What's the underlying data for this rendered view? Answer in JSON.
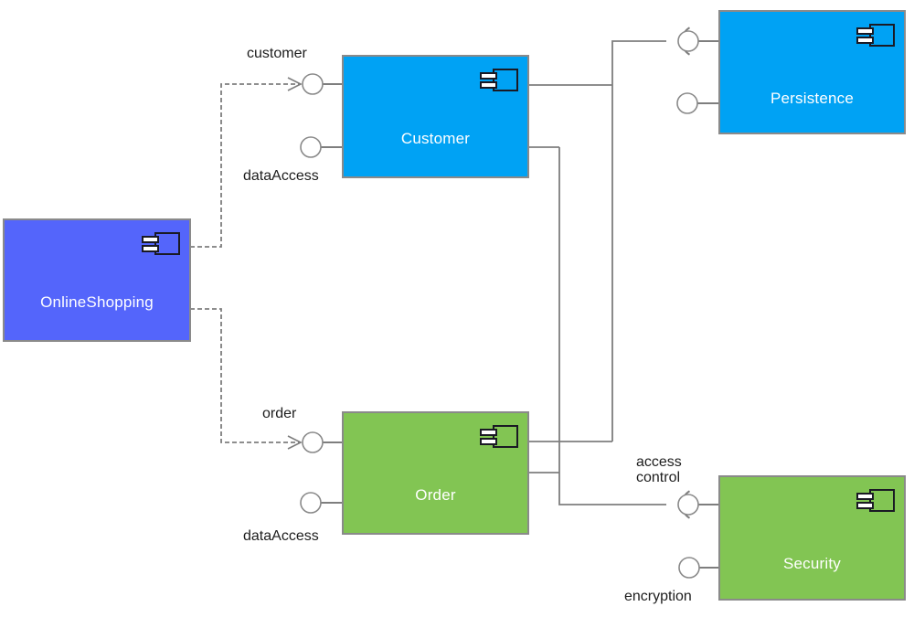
{
  "diagram": {
    "kind": "uml-component-diagram",
    "components": {
      "onlineShopping": {
        "label": "OnlineShopping",
        "color": "#5465fb"
      },
      "customer": {
        "label": "Customer",
        "color": "#00a2f4"
      },
      "order": {
        "label": "Order",
        "color": "#82c553"
      },
      "persistence": {
        "label": "Persistence",
        "color": "#00a2f4"
      },
      "security": {
        "label": "Security",
        "color": "#82c553"
      }
    },
    "interfaces": {
      "customer_port": {
        "label": "customer",
        "kind": "provided",
        "on": "Customer"
      },
      "customer_dataAccess": {
        "label": "dataAccess",
        "kind": "provided",
        "on": "Customer"
      },
      "order_port": {
        "label": "order",
        "kind": "provided",
        "on": "Order"
      },
      "order_dataAccess": {
        "label": "dataAccess",
        "kind": "provided",
        "on": "Order"
      },
      "persistence_top": {
        "label": "",
        "kind": "ball-and-socket",
        "on": "Persistence"
      },
      "persistence_bottom": {
        "label": "",
        "kind": "provided",
        "on": "Persistence"
      },
      "access_control": {
        "line1": "access",
        "line2": "control",
        "kind": "ball-and-socket",
        "on": "Security"
      },
      "encryption": {
        "label": "encryption",
        "kind": "provided",
        "on": "Security"
      }
    },
    "connectors": [
      {
        "from": "OnlineShopping",
        "to": "Customer.customer",
        "style": "dashed-open-arrow"
      },
      {
        "from": "OnlineShopping",
        "to": "Order.order",
        "style": "dashed-open-arrow"
      },
      {
        "from": "Customer",
        "to": "Persistence.top-socket",
        "style": "solid"
      },
      {
        "from": "Order",
        "to": "Persistence.top-socket",
        "style": "solid"
      },
      {
        "from": "Customer",
        "to": "Security.access-control",
        "style": "solid"
      },
      {
        "from": "Order",
        "to": "Security.access-control",
        "style": "solid"
      }
    ],
    "colors": {
      "background": "#ffffff",
      "line": "#7e7e7e",
      "box_border": "#8a8a8a",
      "icon_stroke": "#1a1a24",
      "text_dark": "#1d1d1d",
      "text_light": "#ffffff"
    }
  }
}
